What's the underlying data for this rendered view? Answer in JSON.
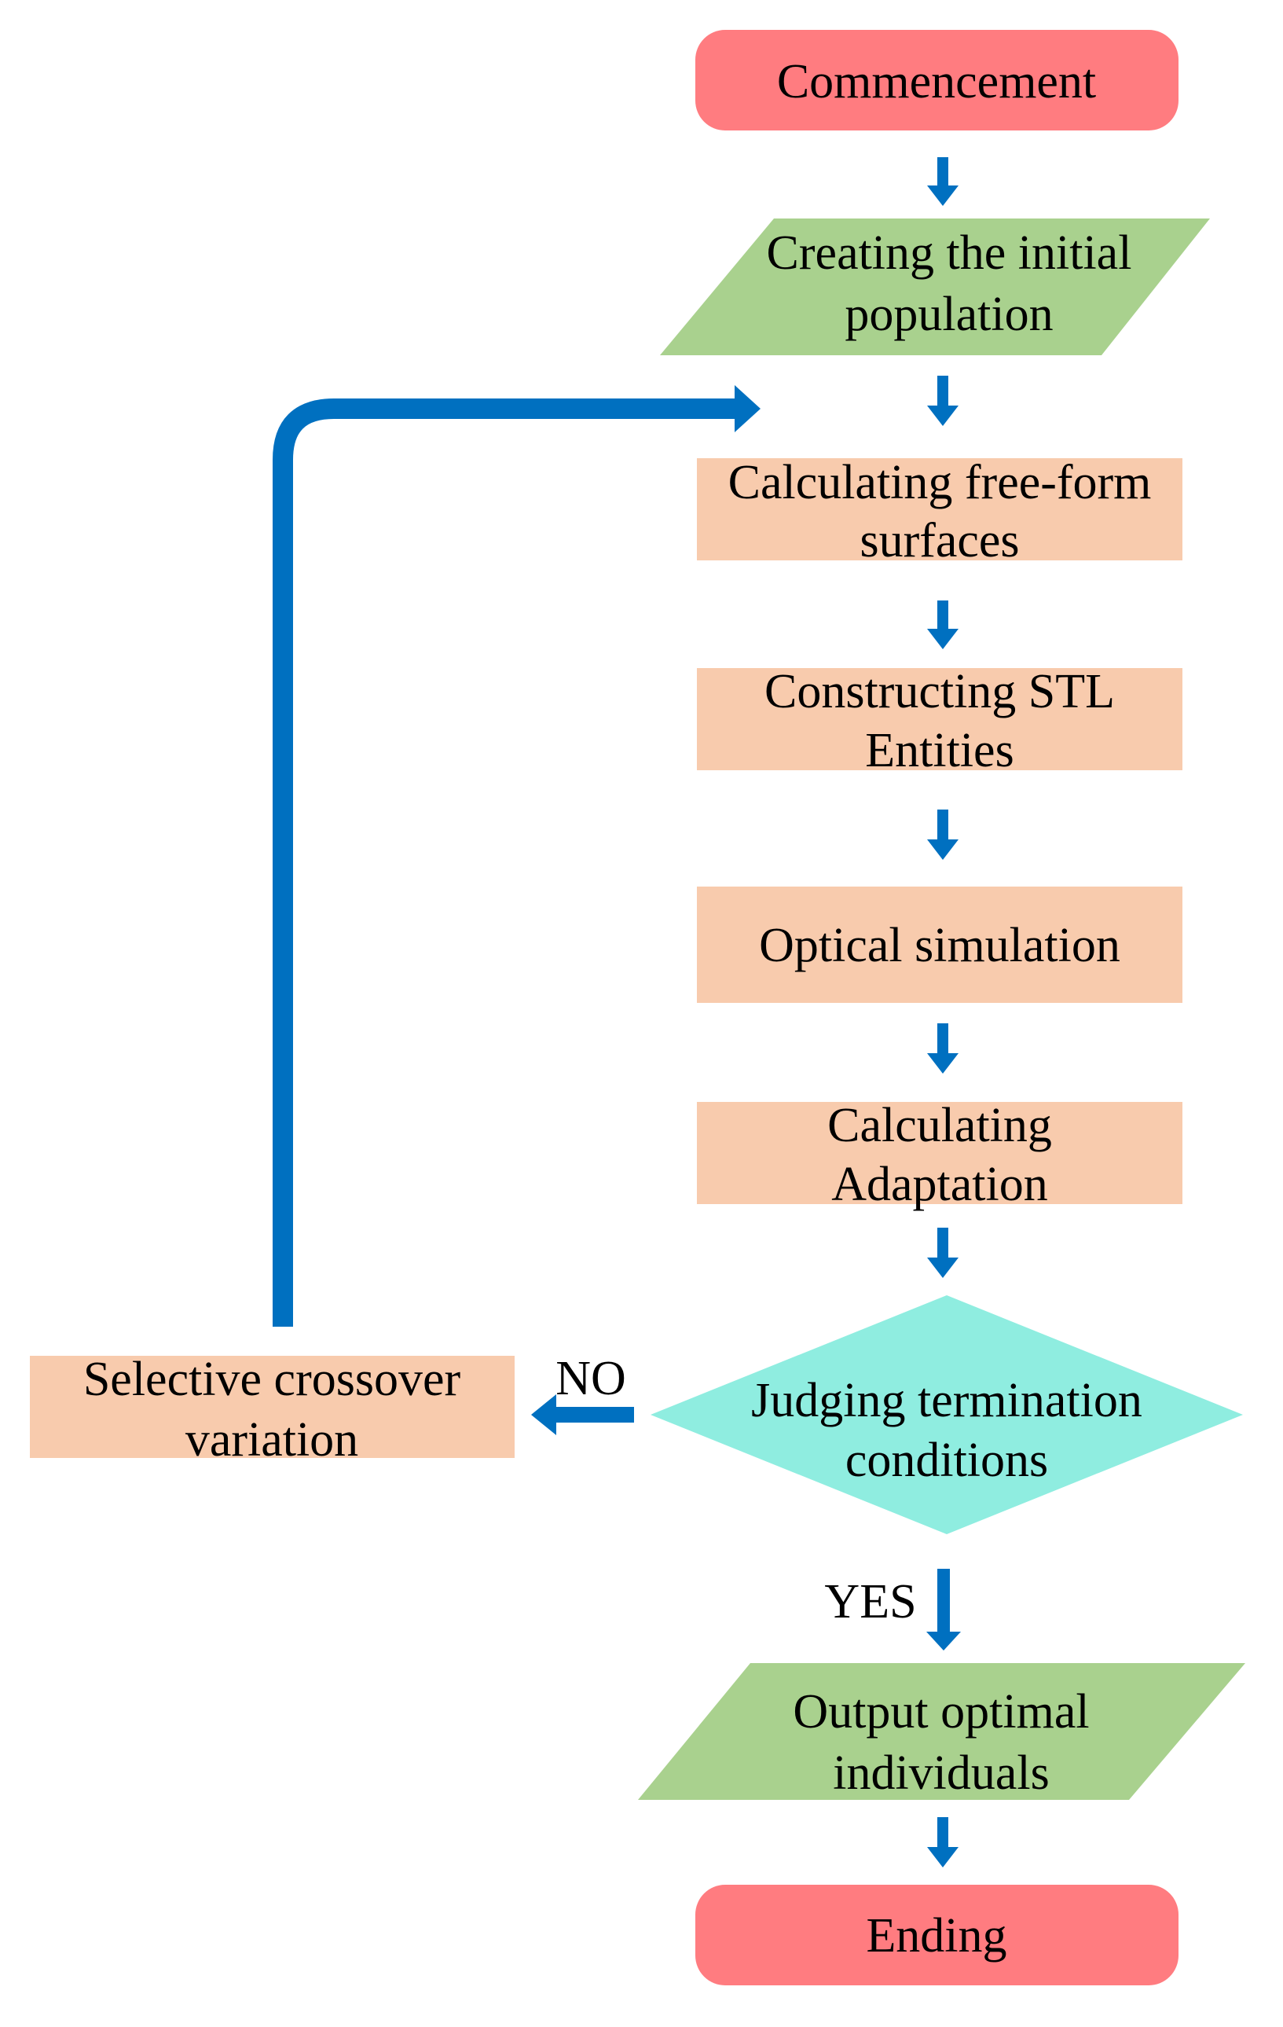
{
  "colors": {
    "terminal": "#FF7C80",
    "io": "#A9D18E",
    "process": "#F8CBAD",
    "decision": "#8FEDE0",
    "arrow": "#0070C0",
    "text": "#000000"
  },
  "nodes": {
    "start": {
      "shape": "rounded-rect",
      "lines": [
        "Commencement"
      ]
    },
    "init_population": {
      "shape": "parallelogram",
      "lines": [
        "Creating the initial",
        "population"
      ]
    },
    "free_form": {
      "shape": "rect",
      "lines": [
        "Calculating free-form",
        "surfaces"
      ]
    },
    "stl": {
      "shape": "rect",
      "lines": [
        "Constructing STL",
        "Entities"
      ]
    },
    "optical": {
      "shape": "rect",
      "lines": [
        "Optical simulation"
      ]
    },
    "adaptation": {
      "shape": "rect",
      "lines": [
        "Calculating",
        "Adaptation"
      ]
    },
    "judge": {
      "shape": "diamond",
      "lines": [
        "Judging termination",
        "conditions"
      ]
    },
    "crossover": {
      "shape": "rect",
      "lines": [
        "Selective crossover",
        "variation"
      ]
    },
    "output": {
      "shape": "parallelogram",
      "lines": [
        "Output optimal",
        "individuals"
      ]
    },
    "end": {
      "shape": "rounded-rect",
      "lines": [
        "Ending"
      ]
    }
  },
  "edge_labels": {
    "no": "NO",
    "yes": "YES"
  },
  "edges": [
    {
      "from": "start",
      "to": "init_population"
    },
    {
      "from": "init_population",
      "to": "free_form"
    },
    {
      "from": "free_form",
      "to": "stl"
    },
    {
      "from": "stl",
      "to": "optical"
    },
    {
      "from": "optical",
      "to": "adaptation"
    },
    {
      "from": "adaptation",
      "to": "judge"
    },
    {
      "from": "judge",
      "to": "crossover",
      "label": "NO"
    },
    {
      "from": "crossover",
      "to": "free_form",
      "type": "loop"
    },
    {
      "from": "judge",
      "to": "output",
      "label": "YES"
    },
    {
      "from": "output",
      "to": "end"
    }
  ]
}
